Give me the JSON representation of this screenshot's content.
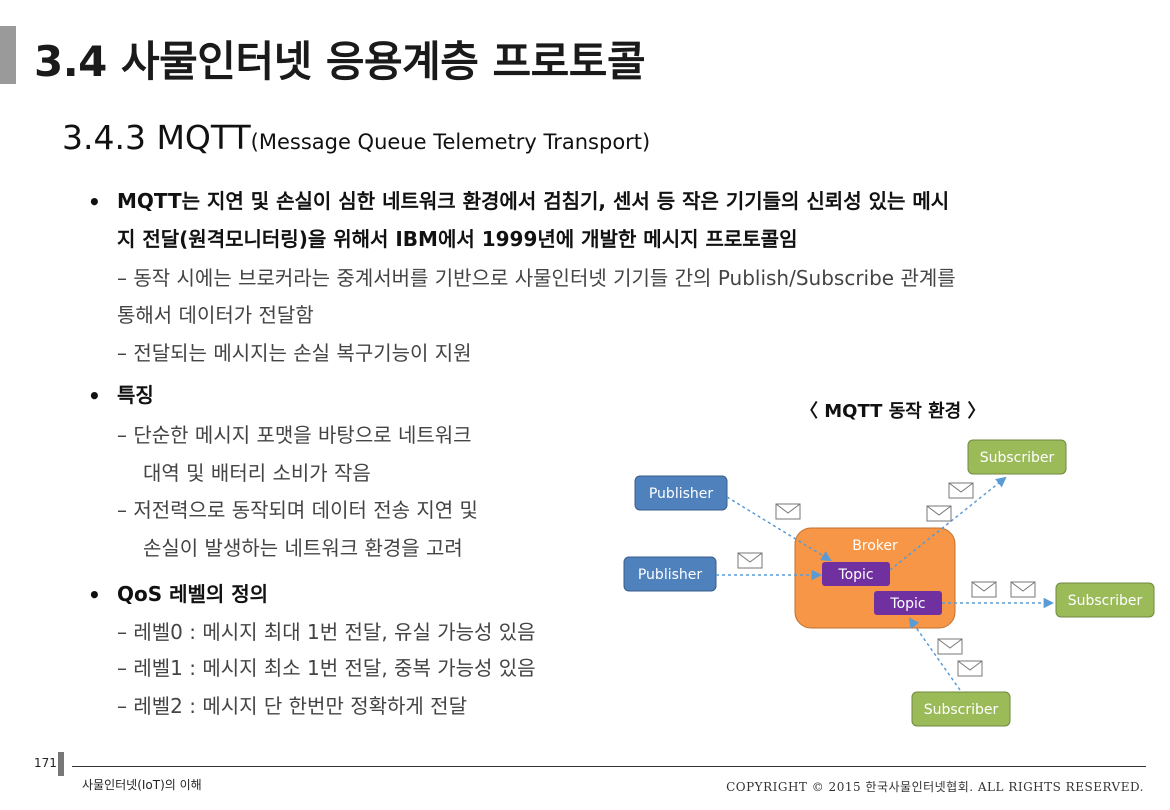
{
  "slide": {
    "title": "3.4 사물인터넷 응용계층 프로토콜",
    "subtitle_main": "3.4.3 MQTT",
    "subtitle_paren": "(Message Queue Telemetry Transport)"
  },
  "content": {
    "bullet1_line1": "MQTT는 지연 및 손실이 심한 네트워크 환경에서 검침기, 센서 등 작은 기기들의 신뢰성 있는 메시",
    "bullet1_line2": "지 전달(원격모니터링)을 위해서 IBM에서 1999년에 개발한 메시지 프로토콜임",
    "sub1_line1": "– 동작 시에는 브로커라는 중계서버를 기반으로 사물인터넷 기기들 간의 Publish/Subscribe 관계를",
    "sub1_line2": "통해서 데이터가 전달함",
    "sub2": "– 전달되는 메시지는 손실 복구기능이 지원",
    "bullet2": "특징",
    "feat1_line1": "– 단순한 메시지 포맷을 바탕으로 네트워크",
    "feat1_line2": "대역 및 배터리 소비가 작음",
    "feat2_line1": "– 저전력으로 동작되며 데이터 전송 지연 및",
    "feat2_line2": "손실이 발생하는 네트워크 환경을 고려",
    "bullet3": "QoS 레벨의 정의",
    "qos0": "– 레벨0 : 메시지 최대 1번 전달, 유실 가능성 있음",
    "qos1": "– 레벨1 : 메시지 최소 1번 전달, 중복 가능성 있음",
    "qos2": "– 레벨2 : 메시지 단 한번만 정확하게 전달"
  },
  "diagram": {
    "caption": "〈 MQTT 동작 환경 〉",
    "broker_label": "Broker",
    "topic_label": "Topic",
    "publisher_label": "Publisher",
    "subscriber_label": "Subscriber",
    "colors": {
      "publisher": "#4f81bd",
      "subscriber": "#9bbb59",
      "broker": "#f79646",
      "topic": "#7030a0"
    }
  },
  "footer": {
    "page_number": "171",
    "left_text": "사물인터넷(IoT)의 이해",
    "right_text": "COPYRIGHT © 2015 한국사물인터넷협회. ALL RIGHTS RESERVED."
  }
}
